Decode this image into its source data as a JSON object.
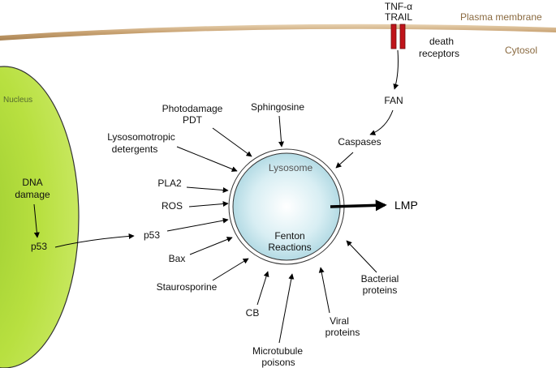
{
  "membrane": {
    "plasma_membrane_label": "Plasma membrane",
    "cytosol_label": "Cytosol",
    "ligand_line1": "TNF-α",
    "ligand_line2": "TRAIL",
    "receptor_line1": "death",
    "receptor_line2": "receptors"
  },
  "pathway": {
    "fan": "FAN",
    "caspases": "Caspases"
  },
  "nucleus": {
    "label": "Nucleus",
    "dna_line1": "DNA",
    "dna_line2": "damage",
    "p53_inner": "p53"
  },
  "lysosome": {
    "label": "Lysosome",
    "fenton_line1": "Fenton",
    "fenton_line2": "Reactions",
    "output": "LMP"
  },
  "triggers": {
    "photodamage_line1": "Photodamage",
    "photodamage_line2": "PDT",
    "sphingosine": "Sphingosine",
    "lysosomotropic_line1": "Lysosomotropic",
    "lysosomotropic_line2": "detergents",
    "pla2": "PLA2",
    "ros": "ROS",
    "p53": "p53",
    "bax": "Bax",
    "staurosporine": "Staurosporine",
    "cb": "CB",
    "microtubule_line1": "Microtubule",
    "microtubule_line2": "poisons",
    "viral_line1": "Viral",
    "viral_line2": "proteins",
    "bacterial_line1": "Bacterial",
    "bacterial_line2": "proteins"
  },
  "colors": {
    "membrane": "#c9a87a",
    "receptor": "#c0141a",
    "nucleus_fill": "#b5df3e",
    "lysosome_fill": "#bfe2ea"
  }
}
